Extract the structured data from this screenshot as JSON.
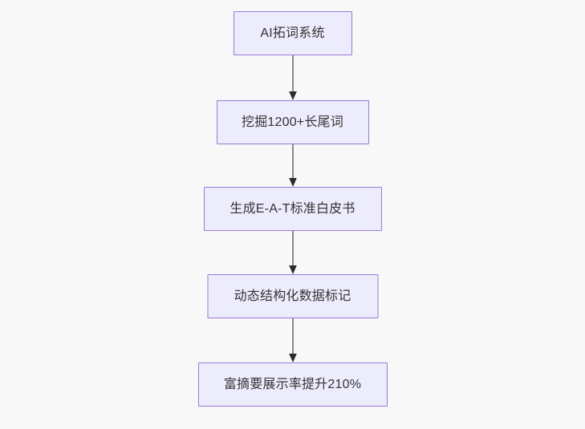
{
  "diagram": {
    "type": "flowchart",
    "direction": "top-to-bottom",
    "background_color": "#f8f8f8",
    "node_fill_color": "#ececfd",
    "node_border_color": "#9a7ad6",
    "node_text_color": "#333333",
    "edge_line_color": "#888888",
    "edge_arrow_color": "#2b2b2b",
    "nodes": [
      {
        "id": "n1",
        "label": "AI拓词系统"
      },
      {
        "id": "n2",
        "label": "挖掘1200+长尾词"
      },
      {
        "id": "n3",
        "label": "生成E-A-T标准白皮书"
      },
      {
        "id": "n4",
        "label": "动态结构化数据标记"
      },
      {
        "id": "n5",
        "label": "富摘要展示率提升210%"
      }
    ],
    "edges": [
      {
        "from": "n1",
        "to": "n2",
        "label": ""
      },
      {
        "from": "n2",
        "to": "n3",
        "label": ""
      },
      {
        "from": "n3",
        "to": "n4",
        "label": ""
      },
      {
        "from": "n4",
        "to": "n5",
        "label": ""
      }
    ]
  }
}
